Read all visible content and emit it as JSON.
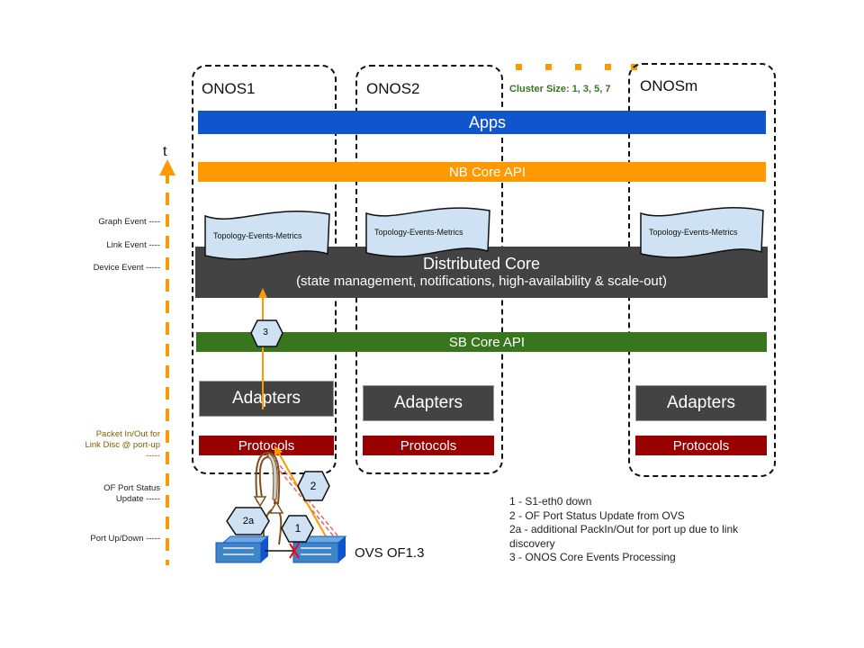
{
  "time_axis": {
    "label": "t",
    "color": "#ff9900",
    "events": [
      {
        "label": "Graph Event ----"
      },
      {
        "label": "Link Event ----"
      },
      {
        "label": "Device Event -----"
      },
      {
        "label": "Packet In/Out for Link Disc @ port-up -----",
        "line1": "Packet In/Out for",
        "line2": "Link Disc @ port-up",
        "line3": "-----",
        "color": "#7f6000"
      },
      {
        "label": "OF Port Status Update -----",
        "line1": "OF Port Status",
        "line2": "Update  -----"
      },
      {
        "label": "Port Up/Down -----"
      }
    ]
  },
  "nodes": [
    {
      "name": "ONOS1"
    },
    {
      "name": "ONOS2"
    },
    {
      "name": "ONOSm"
    }
  ],
  "cluster_size_label": "Cluster Size: 1, 3, 5, 7",
  "layers": {
    "apps": {
      "label": "Apps",
      "color": "#1155cc"
    },
    "nb_core_api": {
      "label": "NB Core API",
      "color": "#ff9900"
    },
    "distributed_core": {
      "title": "Distributed Core",
      "subtitle": "(state management, notifications, high-availability & scale-out)",
      "color": "#434343"
    },
    "sb_core_api": {
      "label": "SB Core API",
      "color": "#38761d"
    },
    "adapters": {
      "label": "Adapters",
      "color": "#434343"
    },
    "protocols": {
      "label": "Protocols",
      "color": "#990000"
    },
    "store": {
      "label": "Topology-Events-Metrics",
      "color": "#cfe2f3"
    }
  },
  "steps": [
    {
      "id": "1"
    },
    {
      "id": "2"
    },
    {
      "id": "2a"
    },
    {
      "id": "3"
    }
  ],
  "switch_label": "OVS OF1.3",
  "legend": [
    "1 - S1-eth0 down",
    "2 - OF Port Status Update from OVS",
    "2a - additional PackIn/Out for port up due to link",
    "discovery",
    "3 - ONOS Core Events Processing"
  ]
}
